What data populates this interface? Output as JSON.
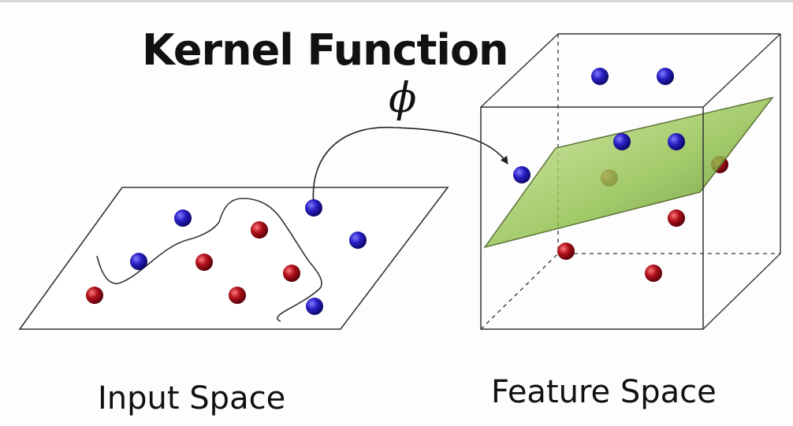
{
  "title": "Kernel Function",
  "mapping_symbol": "ϕ",
  "input_space_label": "Input Space",
  "feature_space_label": "Feature Space",
  "colors": {
    "blue_point": "#2a1fc4",
    "red_point": "#b0101a",
    "hyperplane": "#8fbf4a",
    "outline": "#333333"
  }
}
